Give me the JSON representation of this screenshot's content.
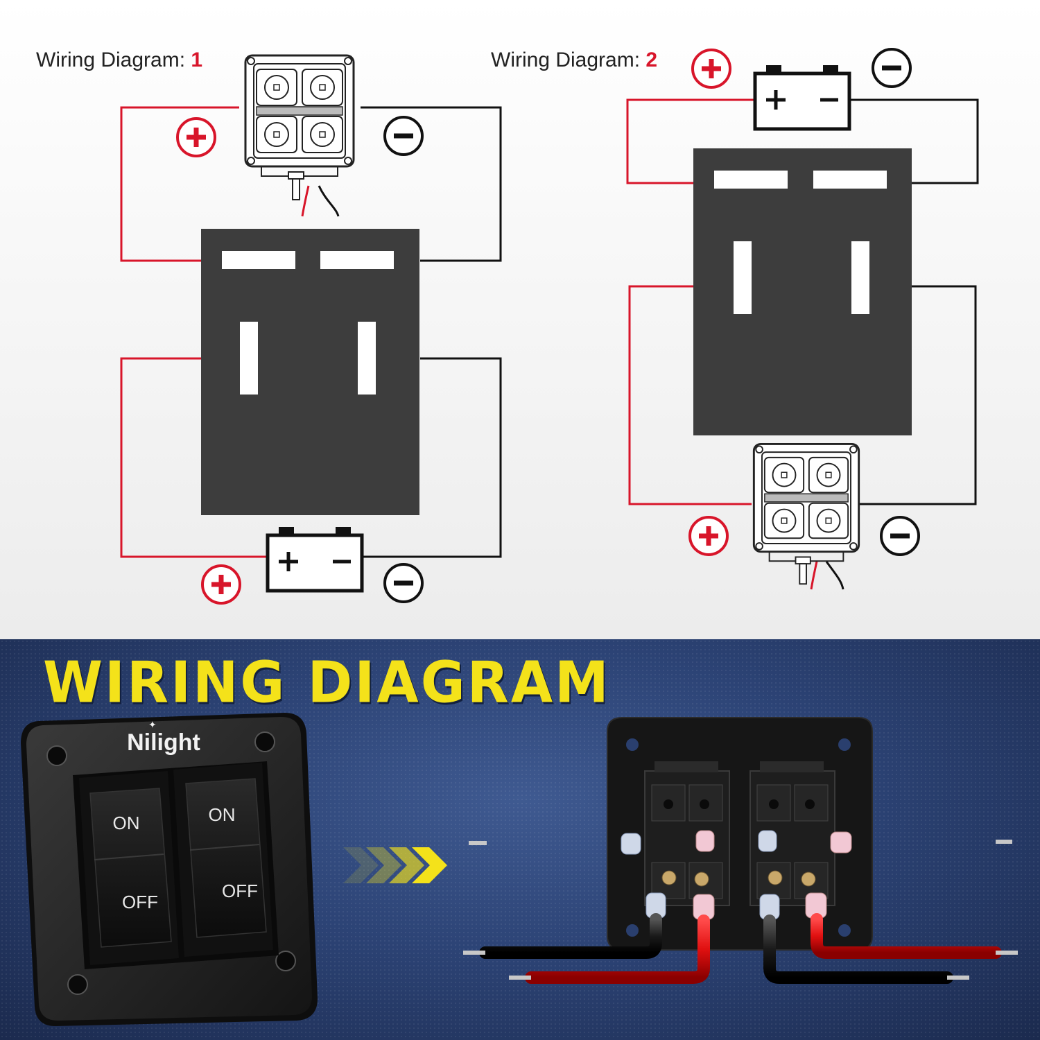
{
  "diagram1": {
    "title_prefix": "Wiring Diagram:",
    "title_number": "1"
  },
  "diagram2": {
    "title_prefix": "Wiring Diagram:",
    "title_number": "2"
  },
  "banner_title": "WIRING DIAGRAM",
  "panel": {
    "brand": "Nilight",
    "switches": [
      {
        "on_label": "ON",
        "off_label": "OFF"
      },
      {
        "on_label": "ON",
        "off_label": "OFF"
      }
    ]
  },
  "colors": {
    "positive_wire": "#d8152a",
    "negative_wire": "#1a1a1a",
    "switch_body": "#3d3d3d",
    "title_yellow": "#f4e21a",
    "background_blue": "#2c4375"
  },
  "icons": [
    "plus-circle-icon",
    "minus-circle-icon",
    "battery-icon",
    "light-pod-icon",
    "chevron-arrows-icon"
  ]
}
